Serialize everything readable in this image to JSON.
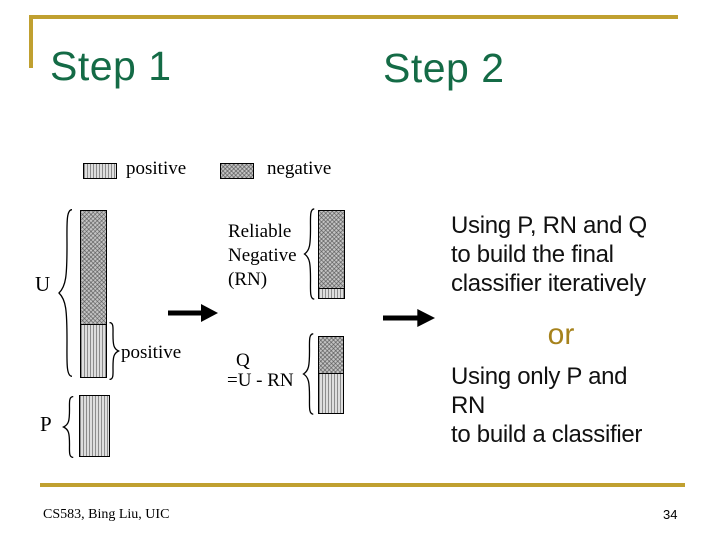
{
  "slide": {
    "titles": {
      "step1": "Step 1",
      "step2": "Step 2"
    },
    "legend": {
      "positive_label": "positive",
      "negative_label": "negative"
    },
    "diagram": {
      "u_label": "U",
      "p_label": "P",
      "positive_arrow_label": "positive",
      "rn_lines": [
        "Reliable",
        "Negative",
        "(RN)"
      ],
      "q_lines": [
        "Q",
        "=U - RN"
      ]
    },
    "right_panel": {
      "option1_lines": [
        "Using P, RN and Q",
        "to build the final",
        "classifier iteratively"
      ],
      "or_label": "or",
      "option2_lines": [
        "Using only P and RN",
        "to build a classifier"
      ]
    },
    "footer": {
      "credit": "CS583, Bing Liu, UIC",
      "page_number": "34"
    },
    "icons": {
      "curly-brace-left-icon": "{ drawn as SVG curve",
      "curly-brace-right-icon": "} drawn as SVG curve",
      "right-arrow-icon": "black shaft + triangle head SVG"
    },
    "colors": {
      "title_green": "#146B46",
      "gold_line": "#C0A030",
      "or_gold": "#A6821C",
      "positive_pattern": "#dedede",
      "negative_pattern": "#c3c3c3"
    }
  }
}
